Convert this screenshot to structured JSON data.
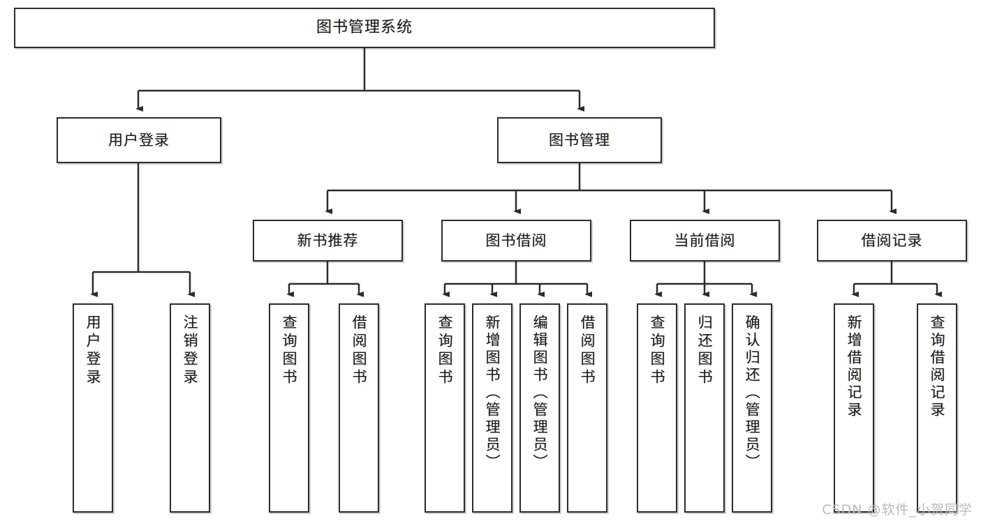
{
  "diagram": {
    "title": "图书管理系统",
    "type": "tree-hierarchy-chart",
    "watermark": "CSDN @软件_小贺同学",
    "colors": {
      "box_border": "#2b2b2b",
      "box_fill": "#ffffff",
      "edge": "#2b2b2b",
      "text": "#1b1b1b",
      "watermark": "#b9b9b9"
    },
    "levels": {
      "root": {
        "label": "图书管理系统"
      },
      "level2": [
        {
          "id": "user-login",
          "label": "用户登录"
        },
        {
          "id": "book-management",
          "label": "图书管理"
        }
      ],
      "level3": [
        {
          "id": "new-book-recommend",
          "label": "新书推荐"
        },
        {
          "id": "book-borrow",
          "label": "图书借阅"
        },
        {
          "id": "current-borrow",
          "label": "当前借阅"
        },
        {
          "id": "borrow-record",
          "label": "借阅记录"
        }
      ],
      "leaves": {
        "user-login": [
          {
            "id": "leaf-user-login",
            "label": "用户登录"
          },
          {
            "id": "leaf-logout-login",
            "label": "注销登录"
          }
        ],
        "new-book-recommend": [
          {
            "id": "leaf-query-book-1",
            "label": "查询图书"
          },
          {
            "id": "leaf-borrow-book-1",
            "label": "借阅图书"
          }
        ],
        "book-borrow": [
          {
            "id": "leaf-query-book-2",
            "label": "查询图书"
          },
          {
            "id": "leaf-add-book",
            "label": "新增图书（管理员）"
          },
          {
            "id": "leaf-edit-book",
            "label": "编辑图书（管理员）"
          },
          {
            "id": "leaf-borrow-book-2",
            "label": "借阅图书"
          }
        ],
        "current-borrow": [
          {
            "id": "leaf-query-book-3",
            "label": "查询图书"
          },
          {
            "id": "leaf-return-book",
            "label": "归还图书"
          },
          {
            "id": "leaf-confirm-return",
            "label": "确认归还（管理员）"
          }
        ],
        "borrow-record": [
          {
            "id": "leaf-add-record",
            "label": "新增借阅记录"
          },
          {
            "id": "leaf-query-record",
            "label": "查询借阅记录"
          }
        ]
      }
    }
  }
}
